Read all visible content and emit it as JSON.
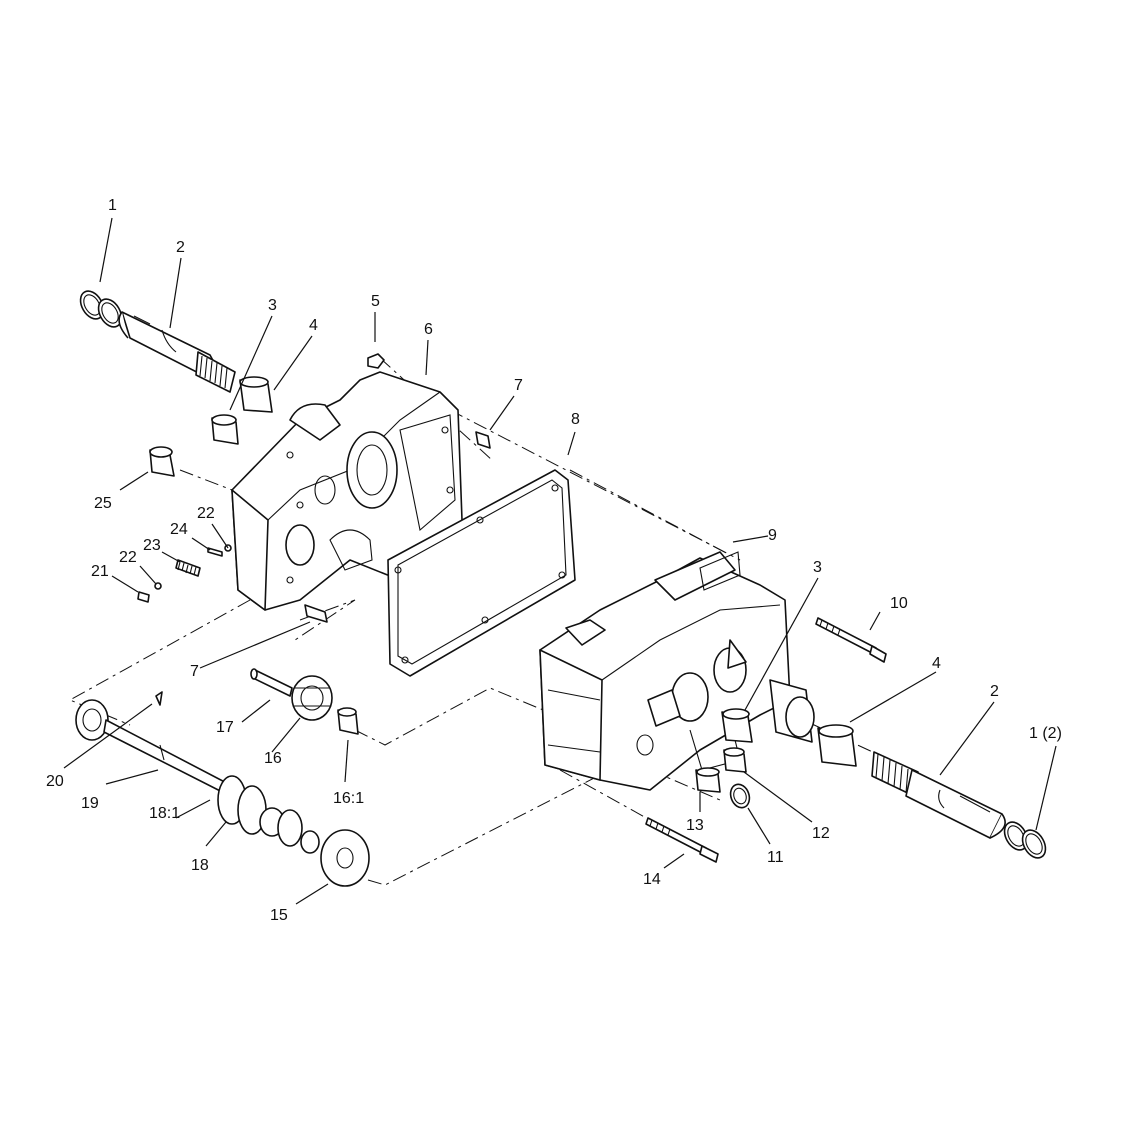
{
  "callouts": [
    {
      "id": "c1",
      "text": "1"
    },
    {
      "id": "c2",
      "text": "2"
    },
    {
      "id": "c3",
      "text": "3"
    },
    {
      "id": "c4",
      "text": "4"
    },
    {
      "id": "c5",
      "text": "5"
    },
    {
      "id": "c6",
      "text": "6"
    },
    {
      "id": "c7a",
      "text": "7"
    },
    {
      "id": "c8",
      "text": "8"
    },
    {
      "id": "c25",
      "text": "25"
    },
    {
      "id": "c22a",
      "text": "22"
    },
    {
      "id": "c24",
      "text": "24"
    },
    {
      "id": "c23",
      "text": "23"
    },
    {
      "id": "c22b",
      "text": "22"
    },
    {
      "id": "c21",
      "text": "21"
    },
    {
      "id": "c7b",
      "text": "7"
    },
    {
      "id": "c9",
      "text": "9"
    },
    {
      "id": "c3b",
      "text": "3"
    },
    {
      "id": "c10",
      "text": "10"
    },
    {
      "id": "c4b",
      "text": "4"
    },
    {
      "id": "c2b",
      "text": "2"
    },
    {
      "id": "c1b",
      "text": "1 (2)"
    },
    {
      "id": "c17",
      "text": "17"
    },
    {
      "id": "c16",
      "text": "16"
    },
    {
      "id": "c161",
      "text": "16:1"
    },
    {
      "id": "c20",
      "text": "20"
    },
    {
      "id": "c19",
      "text": "19"
    },
    {
      "id": "c181",
      "text": "18:1"
    },
    {
      "id": "c18",
      "text": "18"
    },
    {
      "id": "c15",
      "text": "15"
    },
    {
      "id": "c13",
      "text": "13"
    },
    {
      "id": "c12",
      "text": "12"
    },
    {
      "id": "c11",
      "text": "11"
    },
    {
      "id": "c14",
      "text": "14"
    }
  ]
}
